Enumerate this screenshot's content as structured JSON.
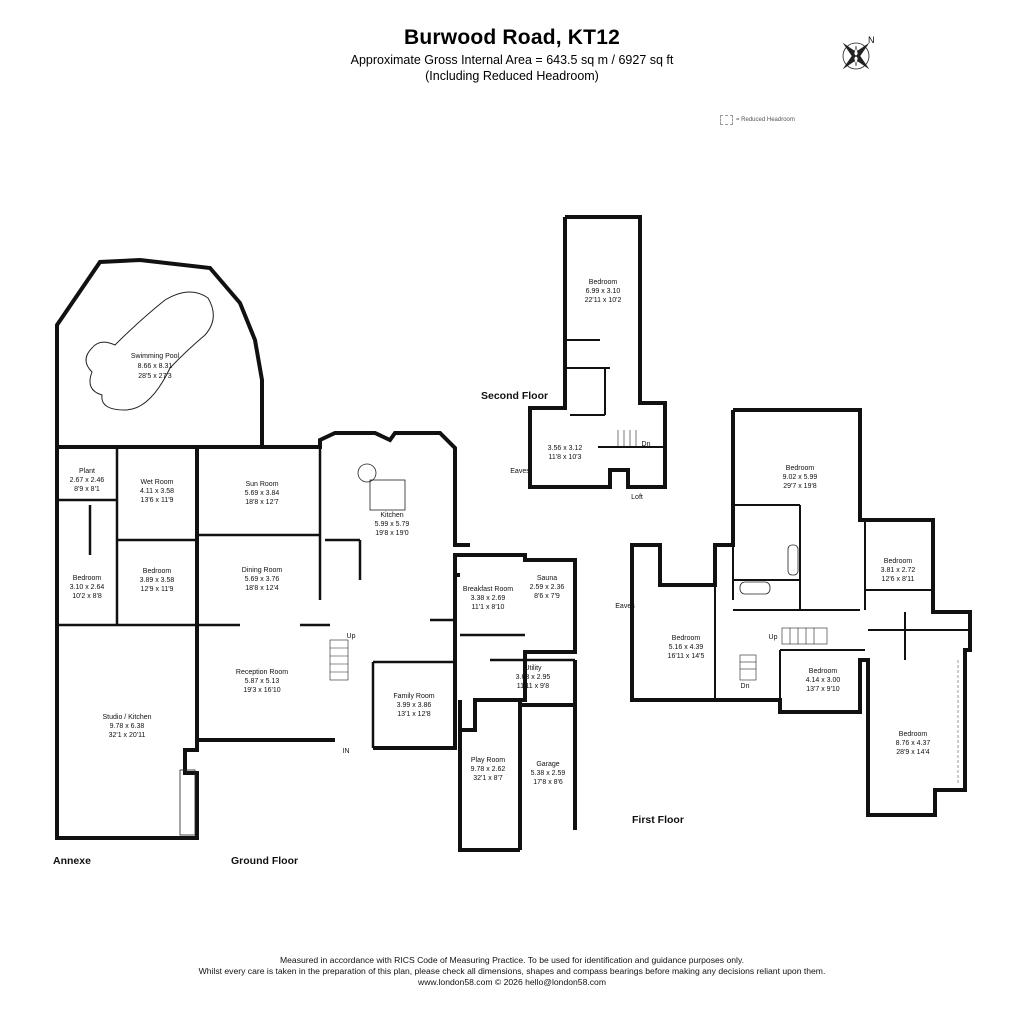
{
  "header": {
    "title": "Burwood Road, KT12",
    "area": "Approximate Gross Internal Area = 643.5 sq m / 6927 sq ft",
    "note": "(Including Reduced Headroom)"
  },
  "compass": {
    "north_label": "N"
  },
  "legend": {
    "reduced_headroom": "= Reduced Headroom"
  },
  "floors": {
    "annexe": "Annexe",
    "ground": "Ground Floor",
    "first": "First Floor",
    "second": "Second Floor"
  },
  "rooms": {
    "pool": {
      "name": "Swimming Pool",
      "metric": "8.66 x 8.31",
      "imperial": "28'5 x 27'3"
    },
    "plant": {
      "name": "Plant",
      "metric": "2.67 x 2.46",
      "imperial": "8'9 x 8'1"
    },
    "wetroom": {
      "name": "Wet Room",
      "metric": "4.11 x 3.58",
      "imperial": "13'6 x 11'9"
    },
    "sunroom": {
      "name": "Sun Room",
      "metric": "5.69 x 3.84",
      "imperial": "18'8 x 12'7"
    },
    "kitchen": {
      "name": "Kitchen",
      "metric": "5.99 x 5.79",
      "imperial": "19'8 x 19'0"
    },
    "annexe_bed1": {
      "name": "Bedroom",
      "metric": "3.10 x 2.64",
      "imperial": "10'2 x 8'8"
    },
    "annexe_bed2": {
      "name": "Bedroom",
      "metric": "3.89 x 3.58",
      "imperial": "12'9 x 11'9"
    },
    "dining": {
      "name": "Dining Room",
      "metric": "5.69 x 3.76",
      "imperial": "18'8 x 12'4"
    },
    "breakfast": {
      "name": "Breakfast Room",
      "metric": "3.38 x 2.69",
      "imperial": "11'1 x 8'10"
    },
    "sauna": {
      "name": "Sauna",
      "metric": "2.59 x 2.36",
      "imperial": "8'6 x 7'9"
    },
    "utility": {
      "name": "Utility",
      "metric": "3.63 x 2.95",
      "imperial": "11'11 x 9'8"
    },
    "reception": {
      "name": "Reception Room",
      "metric": "5.87 x 5.13",
      "imperial": "19'3 x 16'10"
    },
    "family": {
      "name": "Family Room",
      "metric": "3.99 x 3.86",
      "imperial": "13'1 x 12'8"
    },
    "studio": {
      "name": "Studio / Kitchen",
      "metric": "9.78 x 6.38",
      "imperial": "32'1 x 20'11"
    },
    "playroom": {
      "name": "Play Room",
      "metric": "9.78 x 2.62",
      "imperial": "32'1 x 8'7"
    },
    "garage": {
      "name": "Garage",
      "metric": "5.38 x 2.59",
      "imperial": "17'8 x 8'6"
    },
    "sf_bed": {
      "name": "Bedroom",
      "metric": "6.99 x 3.10",
      "imperial": "22'11 x 10'2"
    },
    "sf_room": {
      "metric": "3.56 x 3.12",
      "imperial": "11'8 x 10'3"
    },
    "ff_bed_main": {
      "name": "Bedroom",
      "metric": "9.02 x 5.99",
      "imperial": "29'7 x 19'8"
    },
    "ff_bed_381": {
      "name": "Bedroom",
      "metric": "3.81 x 2.72",
      "imperial": "12'6 x 8'11"
    },
    "ff_bed_516": {
      "name": "Bedroom",
      "metric": "5.16 x 4.39",
      "imperial": "16'11 x 14'5"
    },
    "ff_bed_414": {
      "name": "Bedroom",
      "metric": "4.14 x 3.00",
      "imperial": "13'7 x 9'10"
    },
    "ff_bed_876": {
      "name": "Bedroom",
      "metric": "8.76 x 4.37",
      "imperial": "28'9 x 14'4"
    }
  },
  "markers": {
    "up": "Up",
    "dn": "Dn",
    "in": "IN",
    "eaves": "Eaves",
    "loft": "Loft"
  },
  "footer": {
    "line1": "Measured in accordance with RICS Code of Measuring Practice. To be used for identification and guidance purposes only.",
    "line2": "Whilst every care is taken in the preparation of this plan, please check all dimensions, shapes and compass bearings before making any decisions reliant upon them.",
    "line3": "www.london58.com © 2026 hello@london58.com"
  }
}
